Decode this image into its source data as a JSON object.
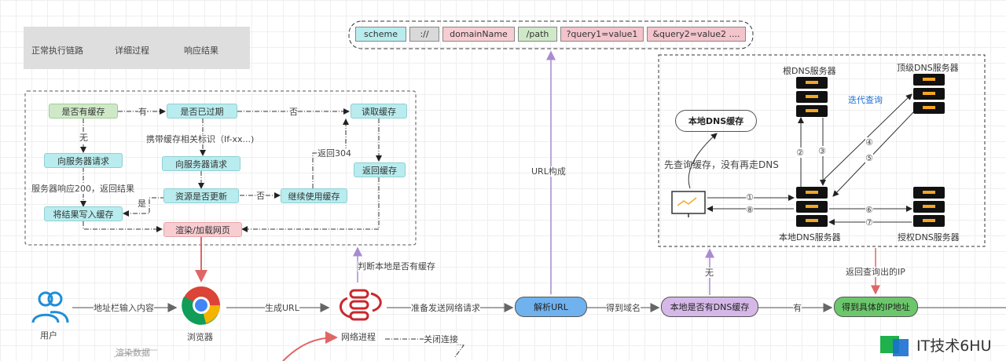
{
  "legend": {
    "normal": "正常执行链路",
    "detail": "详细过程",
    "response": "响应结果"
  },
  "url_parts": [
    "scheme",
    "://",
    "domainName",
    "/path",
    "?query1=value1",
    "&query2=value2 ...."
  ],
  "cache_flow": {
    "has_cache": "是否有缓存",
    "expired": "是否已过期",
    "read_cache": "读取缓存",
    "return_cache": "返回缓存",
    "request_server_1": "向服务器请求",
    "request_server_2": "向服务器请求",
    "write_cache": "将结果写入缓存",
    "updated": "资源是否更新",
    "keep_cache": "继续使用缓存",
    "render": "渲染/加载网页",
    "edge_yes": "有",
    "edge_no_1": "否",
    "edge_none": "无",
    "edge_carry": "携带缓存相关标识（If-xx...)",
    "edge_return304": "返回304",
    "edge_server200": "服务器响应200，返回结果",
    "edge_yes2": "是",
    "edge_no_2": "否"
  },
  "dns": {
    "root": "根DNS服务器",
    "top": "顶级DNS服务器",
    "local_cache": "本地DNS缓存",
    "iterative": "迭代查询",
    "query_note": "先查询缓存，没有再走DNS",
    "local_server": "本地DNS服务器",
    "auth": "授权DNS服务器",
    "steps": [
      "①",
      "②",
      "③",
      "④",
      "⑤",
      "⑥",
      "⑦",
      "⑧"
    ]
  },
  "main_flow": {
    "user": "用户",
    "address_input": "地址栏输入内容",
    "browser": "浏览器",
    "gen_url": "生成URL",
    "network": "网络进程",
    "prepare": "准备发送网络请求",
    "parse_url": "解析URL",
    "get_domain": "得到域名",
    "has_dns_cache": "本地是否有DNS缓存",
    "has": "有",
    "get_ip": "得到具体的IP地址",
    "url_compose": "URL构成",
    "check_local_cache": "判断本地是否有缓存",
    "dns_none": "无",
    "return_ip": "返回查询出的IP",
    "render_data": "渲染数据",
    "close_conn": "关闭连接"
  },
  "watermark": "IT技术6HU",
  "colors": {
    "detail": "#a98bd0",
    "response": "#e06666",
    "normal": "#777777",
    "pill_blue": "#6fb2ee",
    "pill_purple": "#d5b8e8",
    "pill_green": "#6cc76c"
  }
}
